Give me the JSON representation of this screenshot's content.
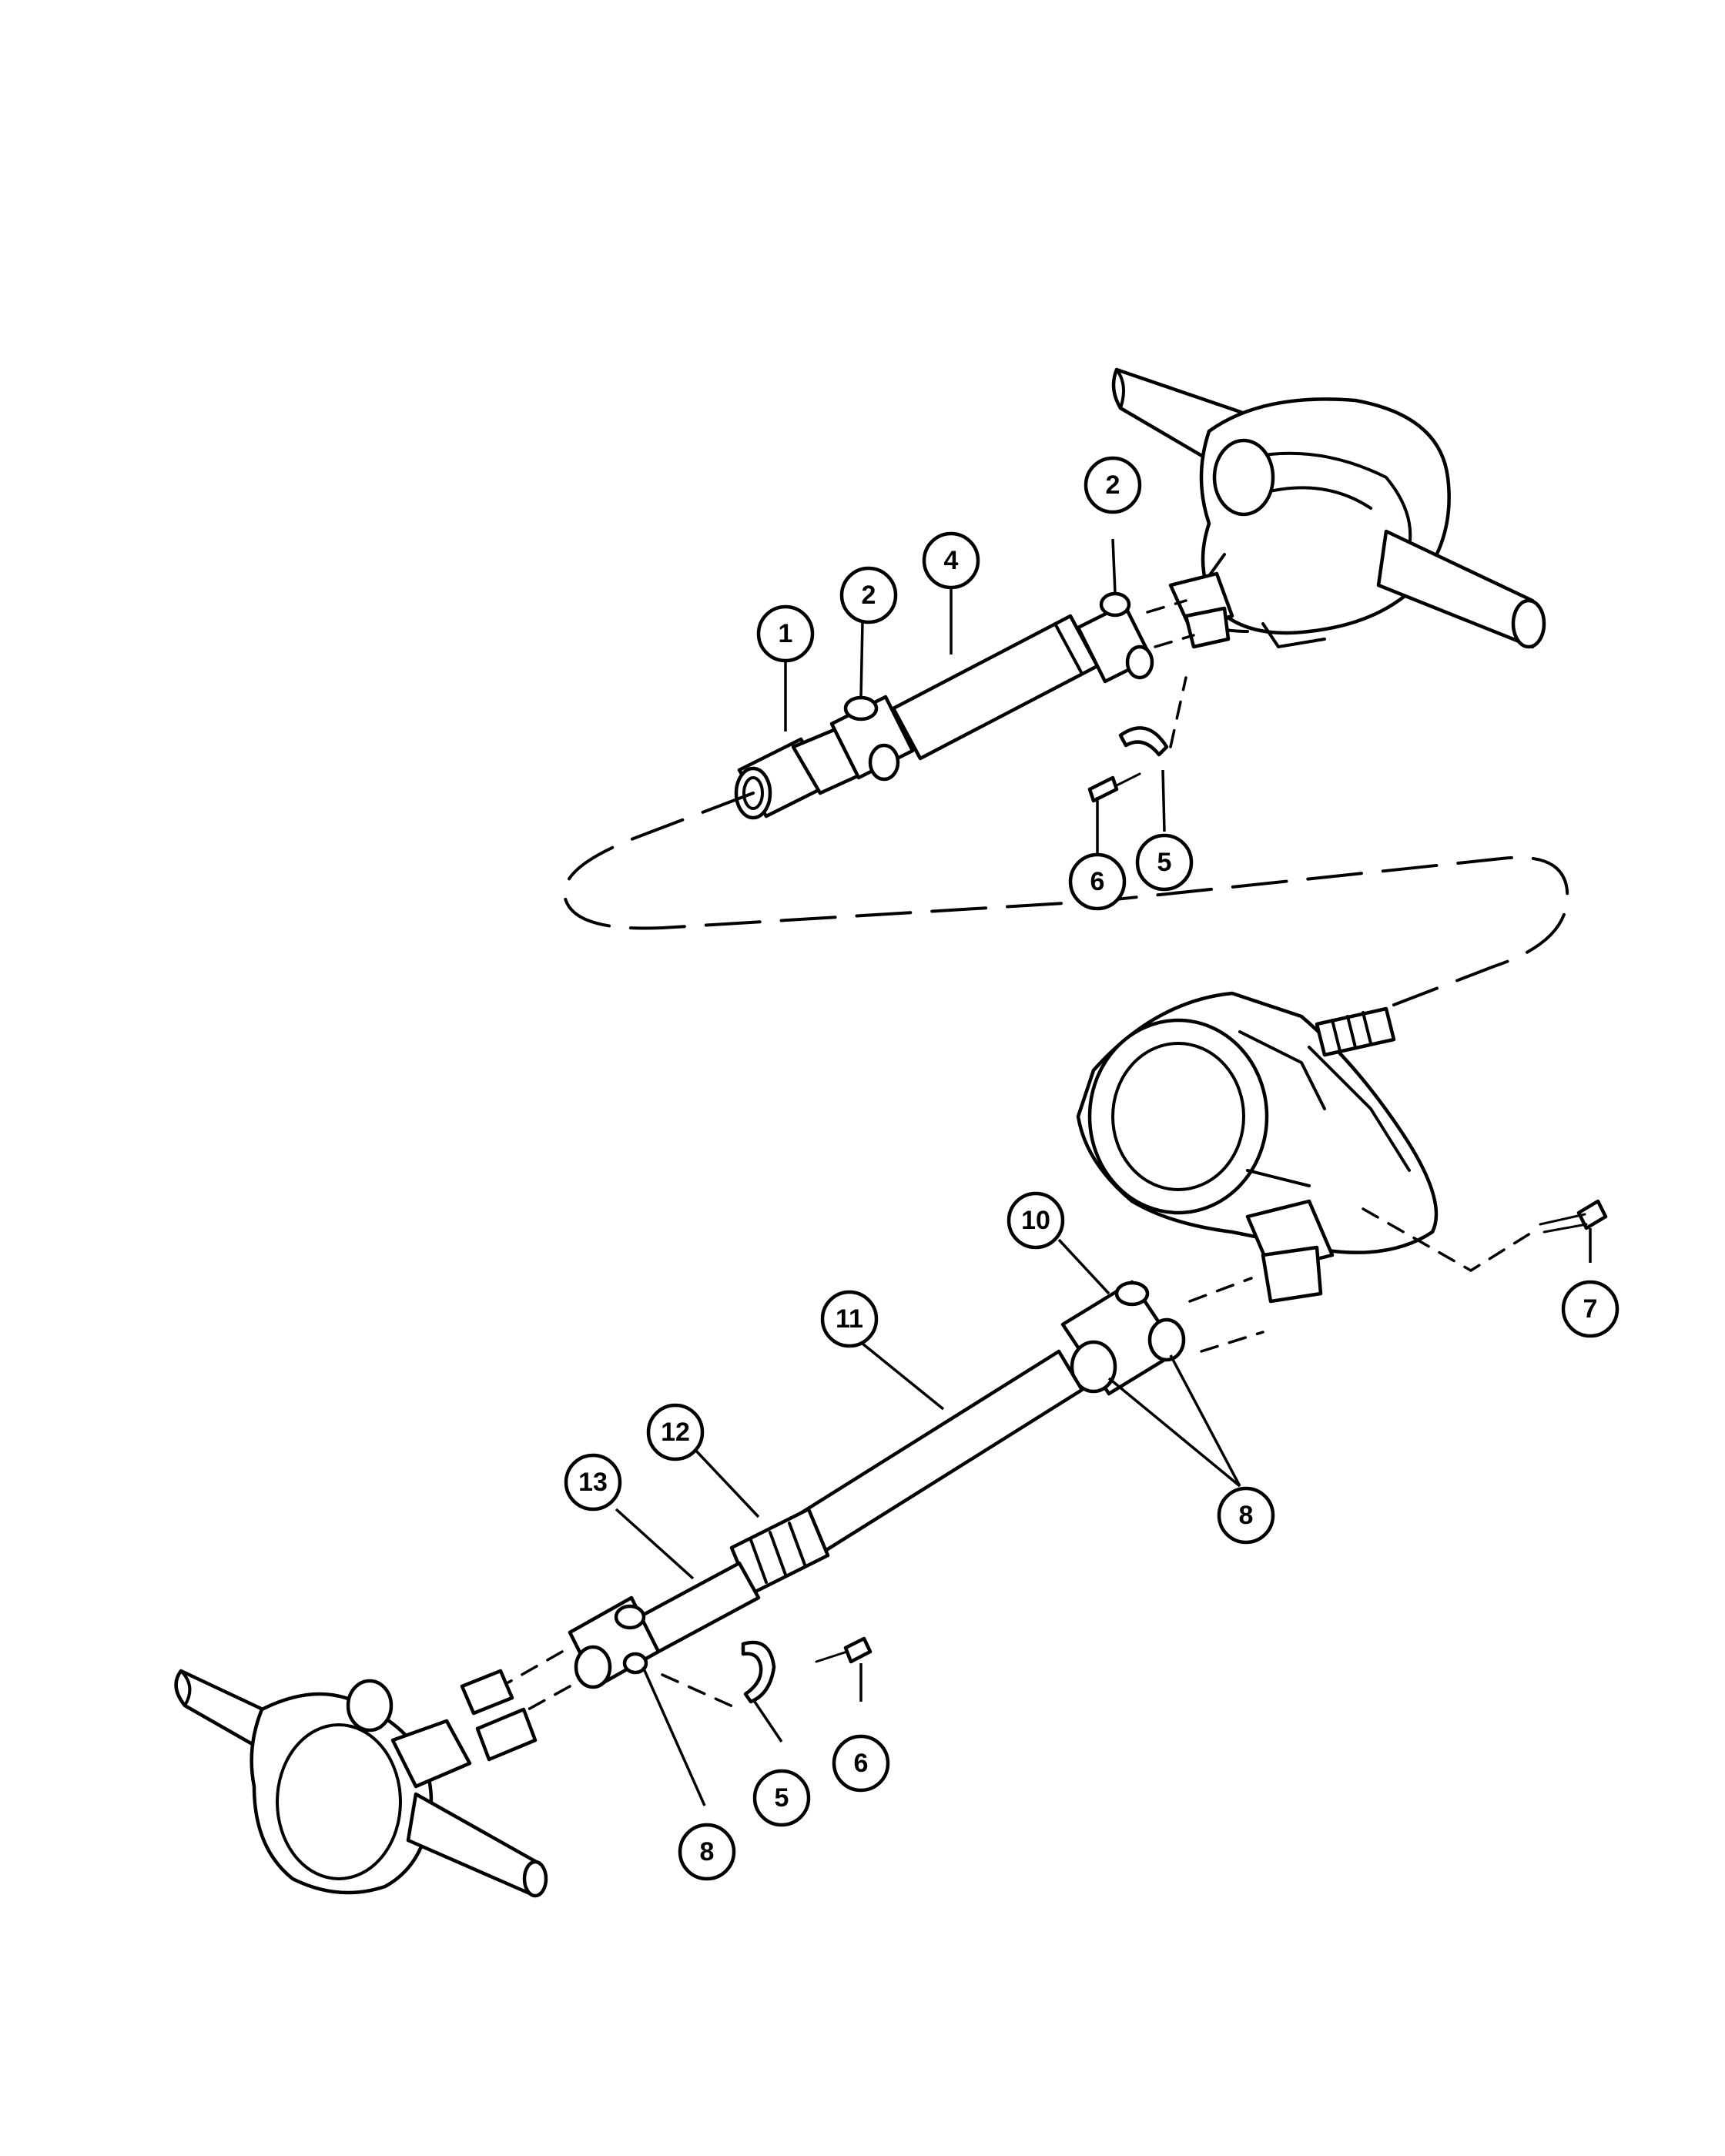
{
  "diagram": {
    "callouts": [
      {
        "id": "c1",
        "label": "1"
      },
      {
        "id": "c2a",
        "label": "2"
      },
      {
        "id": "c2b",
        "label": "2"
      },
      {
        "id": "c4",
        "label": "4"
      },
      {
        "id": "c5a",
        "label": "5"
      },
      {
        "id": "c6a",
        "label": "6"
      },
      {
        "id": "c10",
        "label": "10"
      },
      {
        "id": "c11",
        "label": "11"
      },
      {
        "id": "c12",
        "label": "12"
      },
      {
        "id": "c13",
        "label": "13"
      },
      {
        "id": "c8a",
        "label": "8"
      },
      {
        "id": "c7",
        "label": "7"
      },
      {
        "id": "c6b",
        "label": "6"
      },
      {
        "id": "c5b",
        "label": "5"
      },
      {
        "id": "c8b",
        "label": "8"
      }
    ]
  }
}
